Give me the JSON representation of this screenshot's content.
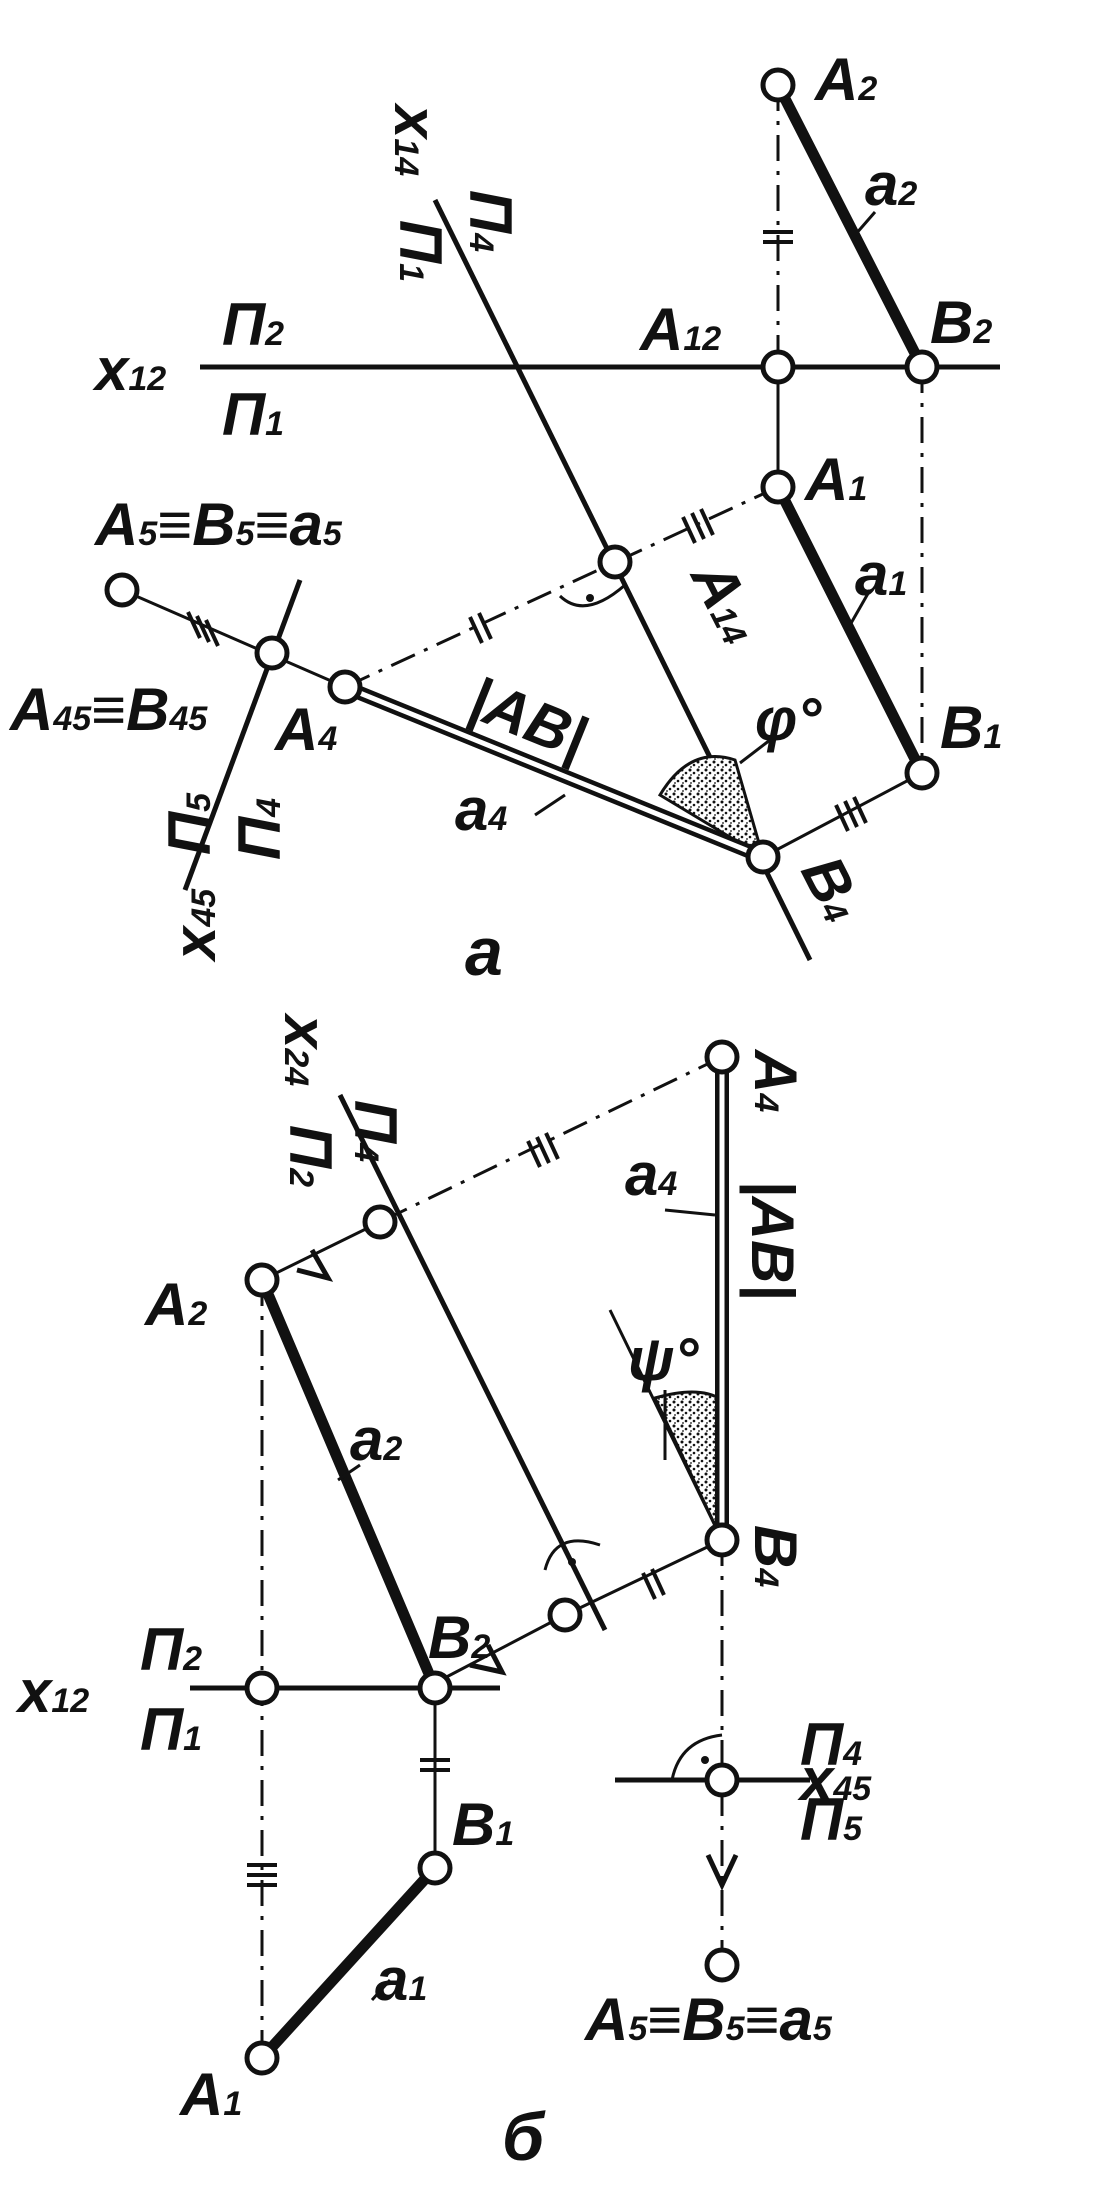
{
  "diagram_a": {
    "caption": "а",
    "axis_x12": {
      "name": "x",
      "index": "12",
      "upper": "П",
      "upper_idx": "2",
      "lower": "П",
      "lower_idx": "1"
    },
    "axis_x14": {
      "name": "x",
      "index": "14",
      "upper": "П",
      "upper_idx": "4",
      "lower": "П",
      "lower_idx": "1"
    },
    "axis_x45": {
      "name": "x",
      "index": "45",
      "upper": "П",
      "upper_idx": "5",
      "lower": "П",
      "lower_idx": "4"
    },
    "points": {
      "A2": {
        "name": "A",
        "idx": "2"
      },
      "B2": {
        "name": "B",
        "idx": "2"
      },
      "A12": {
        "name": "A",
        "idx": "12"
      },
      "A1": {
        "name": "A",
        "idx": "1"
      },
      "B1": {
        "name": "B",
        "idx": "1"
      },
      "A14": {
        "name": "A",
        "idx": "14"
      },
      "A4": {
        "name": "A",
        "idx": "4"
      },
      "B4": {
        "name": "B",
        "idx": "4"
      },
      "A45B45": {
        "text1": "A",
        "idx1": "45",
        "text2": "≡B",
        "idx2": "45"
      },
      "A5B5a5": {
        "t1": "A",
        "i1": "5",
        "t2": "≡B",
        "i2": "5",
        "t3": "≡a",
        "i3": "5"
      }
    },
    "lines": {
      "a2": {
        "name": "a",
        "idx": "2"
      },
      "a1": {
        "name": "a",
        "idx": "1"
      },
      "a4": {
        "name": "a",
        "idx": "4"
      }
    },
    "true_length": "|AB|",
    "angle": "φ°"
  },
  "diagram_b": {
    "caption": "б",
    "axis_x24": {
      "name": "x",
      "index": "24",
      "upper": "П",
      "upper_idx": "4",
      "lower": "П",
      "lower_idx": "2"
    },
    "axis_x12": {
      "name": "x",
      "index": "12",
      "upper": "П",
      "upper_idx": "2",
      "lower": "П",
      "lower_idx": "1"
    },
    "axis_x45": {
      "name": "x",
      "index": "45",
      "upper": "П",
      "upper_idx": "4",
      "lower": "П",
      "lower_idx": "5"
    },
    "points": {
      "A4": {
        "name": "A",
        "idx": "4"
      },
      "B4": {
        "name": "B",
        "idx": "4"
      },
      "A2": {
        "name": "A",
        "idx": "2"
      },
      "B2": {
        "name": "B",
        "idx": "2"
      },
      "B1": {
        "name": "B",
        "idx": "1"
      },
      "A1": {
        "name": "A",
        "idx": "1"
      },
      "A5B5a5": {
        "t1": "A",
        "i1": "5",
        "t2": "≡B",
        "i2": "5",
        "t3": "≡a",
        "i3": "5"
      }
    },
    "lines": {
      "a4": {
        "name": "a",
        "idx": "4"
      },
      "a2": {
        "name": "a",
        "idx": "2"
      },
      "a1": {
        "name": "a",
        "idx": "1"
      }
    },
    "true_length": "|AB|",
    "angle": "ψ°"
  }
}
